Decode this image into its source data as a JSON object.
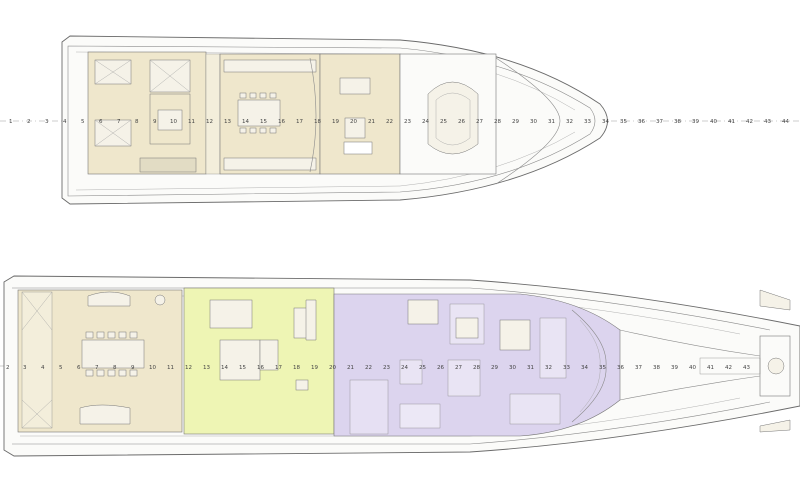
{
  "upper_deck": {
    "station_numbers": [
      "1",
      "2",
      "3",
      "4",
      "5",
      "6",
      "7",
      "8",
      "9",
      "10",
      "11",
      "12",
      "13",
      "14",
      "15",
      "16",
      "17",
      "18",
      "19",
      "20",
      "21",
      "22",
      "23",
      "24",
      "25",
      "26",
      "27",
      "28",
      "29",
      "30",
      "31",
      "32",
      "33",
      "34",
      "35",
      "36",
      "37",
      "38",
      "39",
      "40",
      "41",
      "42",
      "43",
      "44"
    ]
  },
  "main_deck": {
    "station_numbers": [
      "2",
      "3",
      "4",
      "5",
      "6",
      "7",
      "8",
      "9",
      "10",
      "11",
      "12",
      "13",
      "14",
      "15",
      "16",
      "17",
      "18",
      "19",
      "20",
      "21",
      "22",
      "23",
      "24",
      "25",
      "26",
      "27",
      "28",
      "29",
      "30",
      "31",
      "32",
      "33",
      "34",
      "35",
      "36",
      "37",
      "38",
      "39",
      "40",
      "41",
      "42",
      "43"
    ]
  },
  "colors": {
    "paper": "#ffffff",
    "tan_zone": "#efe7cc",
    "salon_zone": "#eef5b4",
    "owner_zone": "#dcd4ee",
    "line": "#6b6b6b"
  }
}
